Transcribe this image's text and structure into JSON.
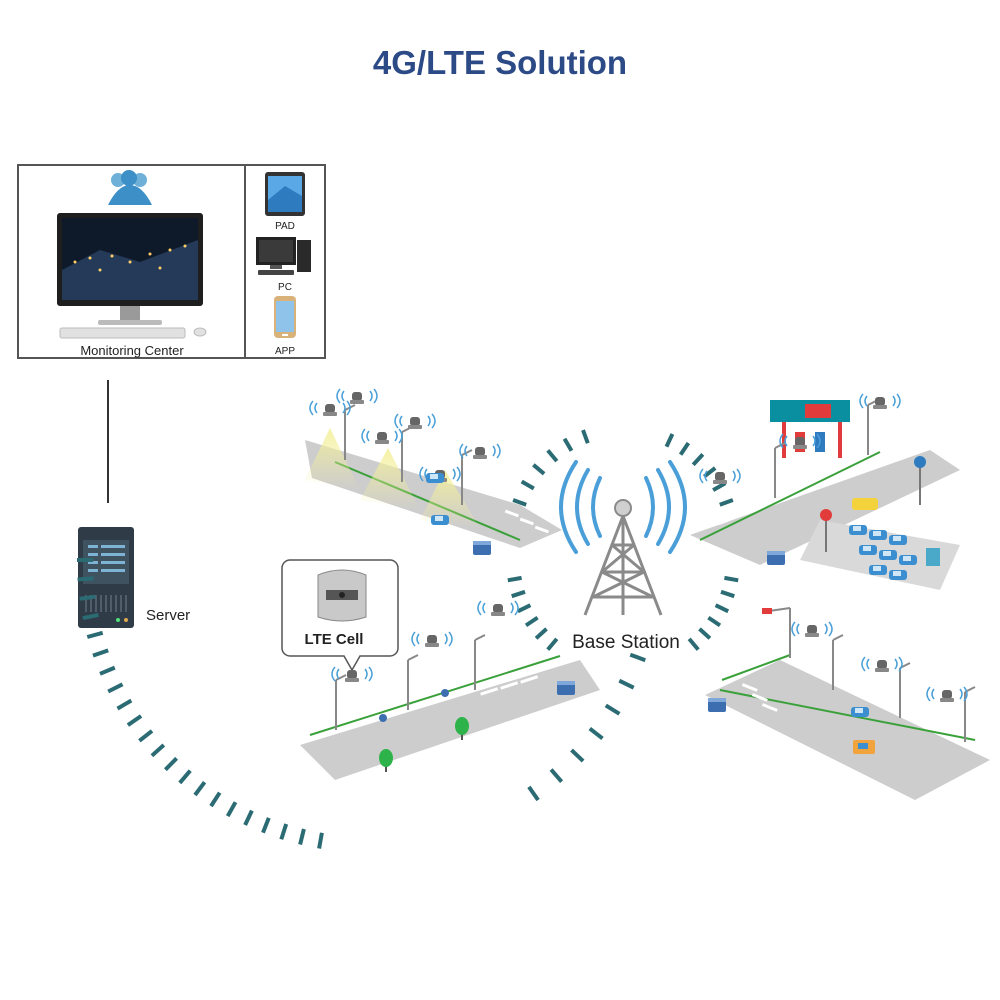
{
  "title": "4G/LTE Solution",
  "monitoring_center": {
    "label": "Monitoring Center",
    "devices": [
      {
        "label": "PAD",
        "icon": "tablet-icon"
      },
      {
        "label": "PC",
        "icon": "desktop-pc-icon"
      },
      {
        "label": "APP",
        "icon": "smartphone-icon"
      }
    ]
  },
  "server": {
    "label": "Server"
  },
  "base_station": {
    "label": "Base Station"
  },
  "lte_cell": {
    "label": "LTE Cell"
  },
  "colors": {
    "title": "#2c4a86",
    "signal": "#2b6b73",
    "road": "#c9c9c9",
    "fence": "#3aa13a",
    "tower": "#8a8a8a",
    "wave": "#4a9fd8"
  }
}
